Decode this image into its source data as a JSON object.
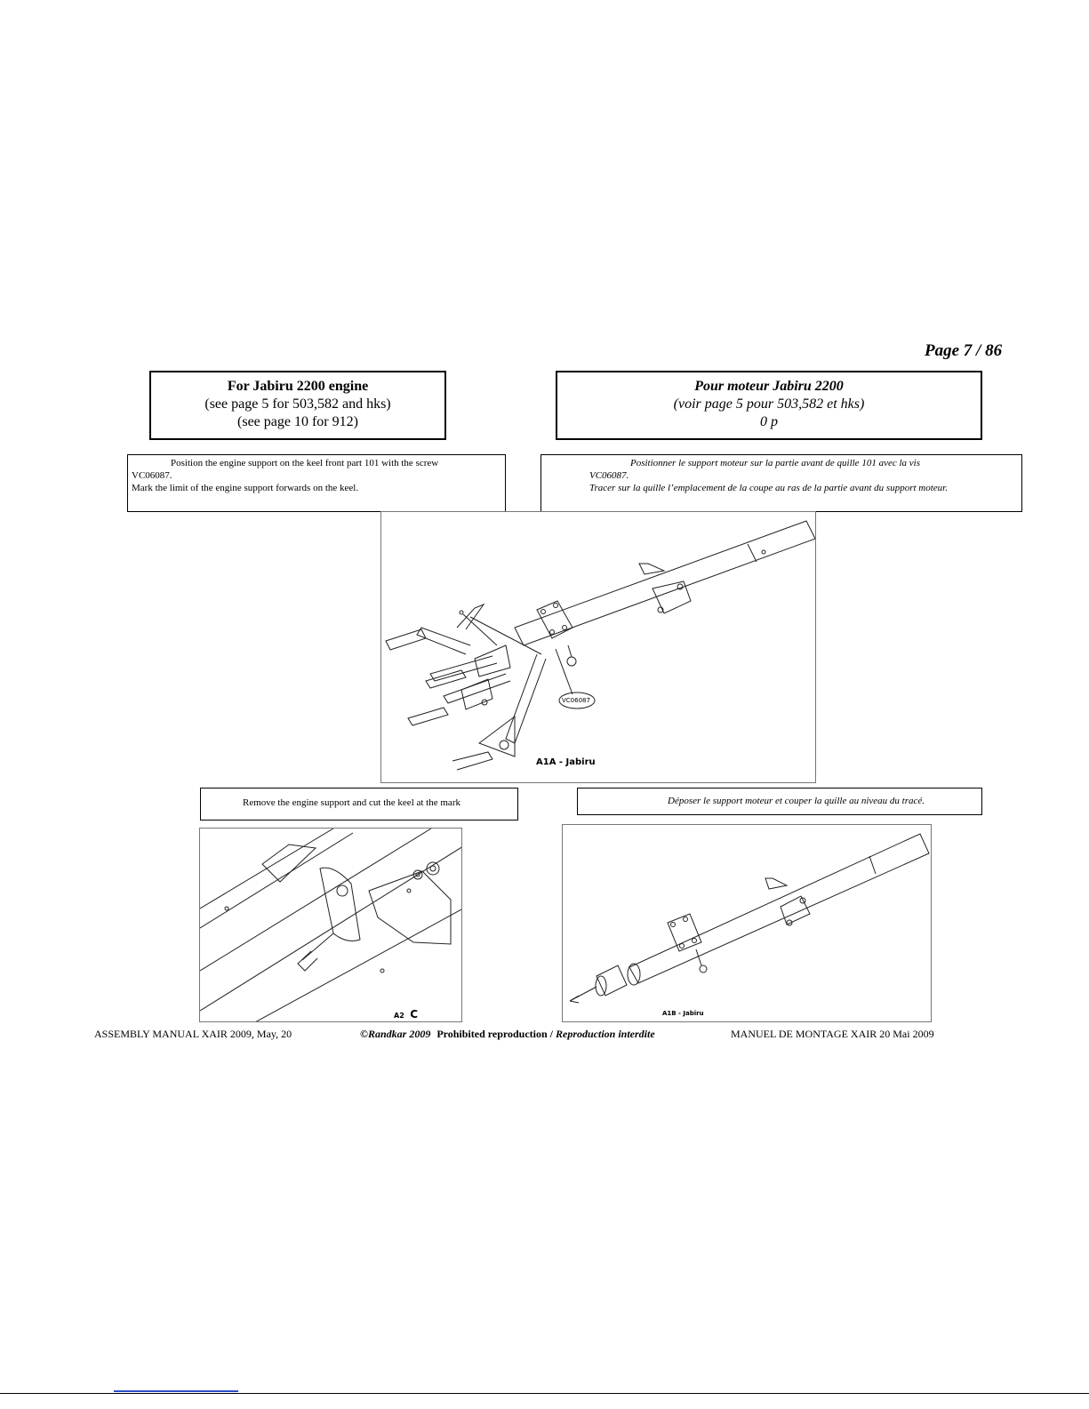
{
  "page": {
    "number": "Page 7 / 86"
  },
  "title_en": {
    "line1": "For Jabiru 2200 engine",
    "line2": "(see page 5 for 503,582 and hks)",
    "line3": "(see page 10 for 912)"
  },
  "title_fr": {
    "line1": "Pour moteur Jabiru 2200",
    "line2": "(voir page 5 pour 503,582 et hks)",
    "line3": "0 p"
  },
  "instruction1_en": {
    "line1": "Position the engine support on the keel front part 101 with the screw",
    "line2": "VC06087.",
    "line3": "Mark the limit of the engine support forwards on the keel."
  },
  "instruction1_fr": {
    "line1": "Positionner le support moteur sur la partie avant de quille 101 avec la vis",
    "line2": "VC06087.",
    "line3": "Tracer sur la quille l’emplacement de la coupe au ras de la partie avant du support moteur."
  },
  "instruction2_en": {
    "text": "Remove the engine support and cut the keel at the mark"
  },
  "instruction2_fr": {
    "text": "Déposer le support moteur et couper la quille au niveau du tracé."
  },
  "figures": {
    "main": {
      "label": "A1A - Jabiru",
      "callout": "VC06087"
    },
    "detail": {
      "label_prefix": "A2",
      "label_suffix": "C"
    },
    "cut": {
      "label": "A1B - Jabiru"
    }
  },
  "footer": {
    "left": "ASSEMBLY MANUAL XAIR 2009, May, 20",
    "copyright": "©Randkar 2009",
    "prohibited": "Prohibited reproduction /",
    "reproduction": "Reproduction interdite",
    "right": "MANUEL DE MONTAGE  XAIR  20 Mai 2009"
  }
}
